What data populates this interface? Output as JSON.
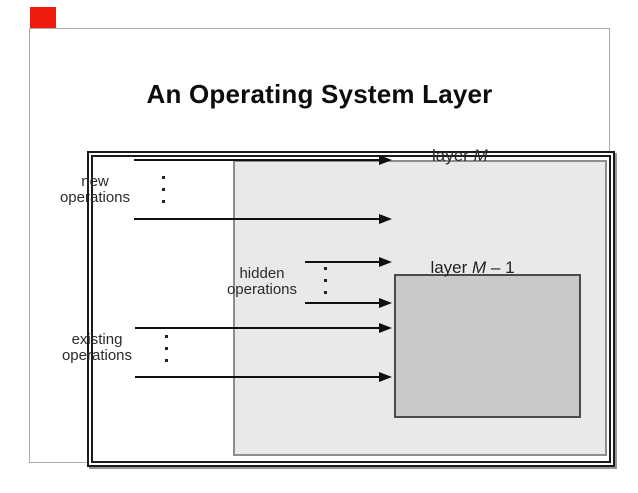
{
  "slide": {
    "title": "An Operating System Layer"
  },
  "colors": {
    "marker_red": "#ee1b0f",
    "layer_m_fill": "#e9e9e9",
    "layer_m1_fill": "#c9c9c9",
    "frame_border": "#1b1b1b"
  },
  "diagram": {
    "layer_m_label": {
      "prefix": "layer ",
      "variable": "M"
    },
    "layer_m1_label": {
      "prefix": "layer ",
      "variable": "M",
      "suffix": " – 1"
    },
    "new_operations": {
      "line1": "new",
      "line2": "operations"
    },
    "hidden_operations": {
      "line1": "hidden",
      "line2": "operations"
    },
    "existing_operations": {
      "line1": "existing",
      "line2": "operations"
    }
  }
}
